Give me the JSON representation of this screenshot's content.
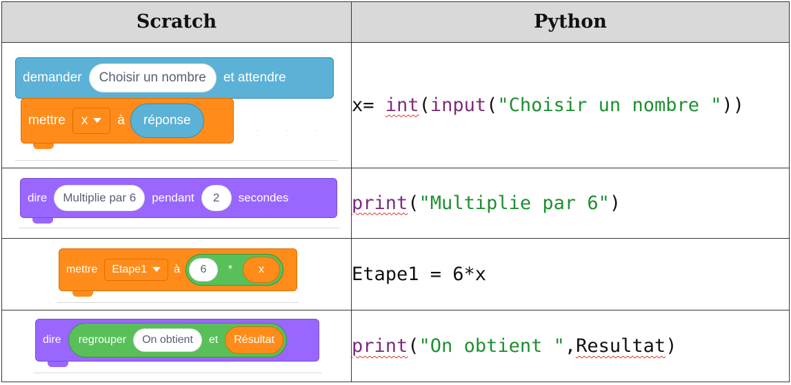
{
  "header": {
    "scratch": "Scratch",
    "python": "Python"
  },
  "rows": [
    {
      "scratch": {
        "ask_block": {
          "label1": "demander",
          "input": "Choisir un nombre",
          "label2": "et attendre"
        },
        "set_block": {
          "label": "mettre",
          "variable": "x",
          "label2": "à",
          "reporter": "réponse"
        }
      },
      "python": {
        "var": "x= ",
        "fn1": "int",
        "open1": "(",
        "fn2": "input",
        "open2": "(",
        "str": "\"Choisir un nombre \"",
        "close": "))"
      }
    },
    {
      "scratch": {
        "say_block": {
          "label1": "dire",
          "input": "Multiplie par 6",
          "label2": "pendant",
          "number": "2",
          "label3": "secondes"
        }
      },
      "python": {
        "fn": "print",
        "open": "(",
        "str": "\"Multiplie par 6\"",
        "close": ")"
      }
    },
    {
      "scratch": {
        "set_block": {
          "label": "mettre",
          "variable": "Etape1",
          "label2": "à",
          "left": "6",
          "operator": "*",
          "right": "x"
        }
      },
      "python": {
        "code": "Etape1 = 6*x"
      }
    },
    {
      "scratch": {
        "say_block": {
          "label1": "dire",
          "join_label": "regrouper",
          "input": "On obtient",
          "join_label2": "et",
          "reporter": "Résultat"
        }
      },
      "python": {
        "fn": "print",
        "open": "(",
        "str": "\"On obtient \"",
        "comma": ",",
        "var": "Resultat",
        "close": ")"
      }
    }
  ],
  "colors": {
    "sensing": "#5cb1d6",
    "variables": "#ff8c1a",
    "looks": "#9966ff",
    "operators": "#59c059",
    "python_string": "#1d8f2f",
    "python_function": "#7b2d7b",
    "spellcheck": "#d0302a",
    "header_bg": "#d9d9d9"
  },
  "icons": [
    "dropdown-caret-icon"
  ]
}
